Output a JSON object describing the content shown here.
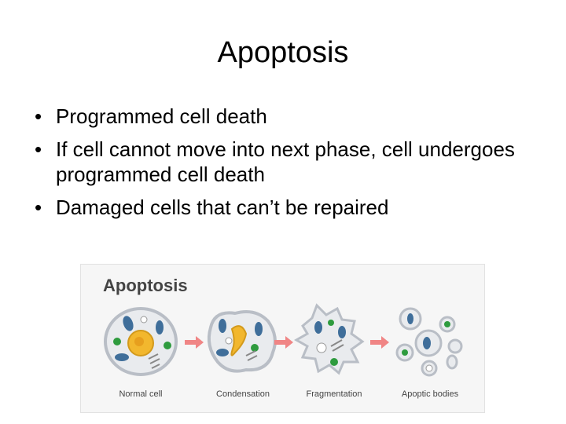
{
  "slide": {
    "title": "Apoptosis",
    "bullets": [
      "Programmed cell death",
      "If cell cannot move into next phase, cell undergoes programmed cell death",
      "Damaged cells that can’t be repaired"
    ],
    "bullet_glyph": "•"
  },
  "figure": {
    "title": "Apoptosis",
    "stages": [
      "Normal cell",
      "Condensation",
      "Fragmentation",
      "Apoptic bodies"
    ],
    "colors": {
      "cell_fill": "#e9ebee",
      "cell_outline": "#b9bec6",
      "nucleus": "#f2b72e",
      "mitochondria": "#3f6e9a",
      "green_dot": "#2e9b3e",
      "arrow": "#f08585"
    }
  }
}
